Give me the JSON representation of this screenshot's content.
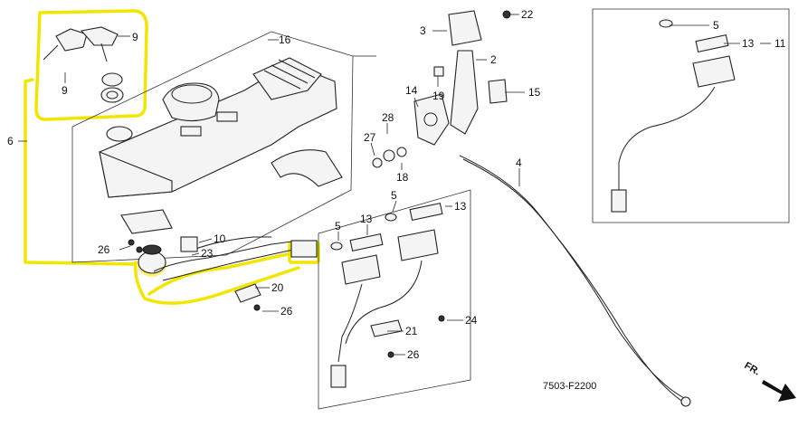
{
  "callouts": {
    "c1": "16",
    "c2": "9",
    "c3": "9",
    "c4": "6",
    "c5": "3",
    "c6": "22",
    "c7": "2",
    "c8": "19",
    "c9": "15",
    "c10": "14",
    "c11": "28",
    "c12": "27",
    "c13": "18",
    "c14": "4",
    "c15": "5",
    "c16": "13",
    "c17": "11",
    "c18": "5",
    "c19": "13",
    "c20": "5",
    "c21": "13",
    "c22": "10",
    "c23": "23",
    "c24": "26",
    "c25": "20",
    "c26": "26",
    "c27": "21",
    "c28": "24",
    "c29": "26"
  },
  "diagram_code": "7503-F2200",
  "direction_label": "FR.",
  "colors": {
    "highlight": "#f2e600",
    "line": "#222222"
  }
}
